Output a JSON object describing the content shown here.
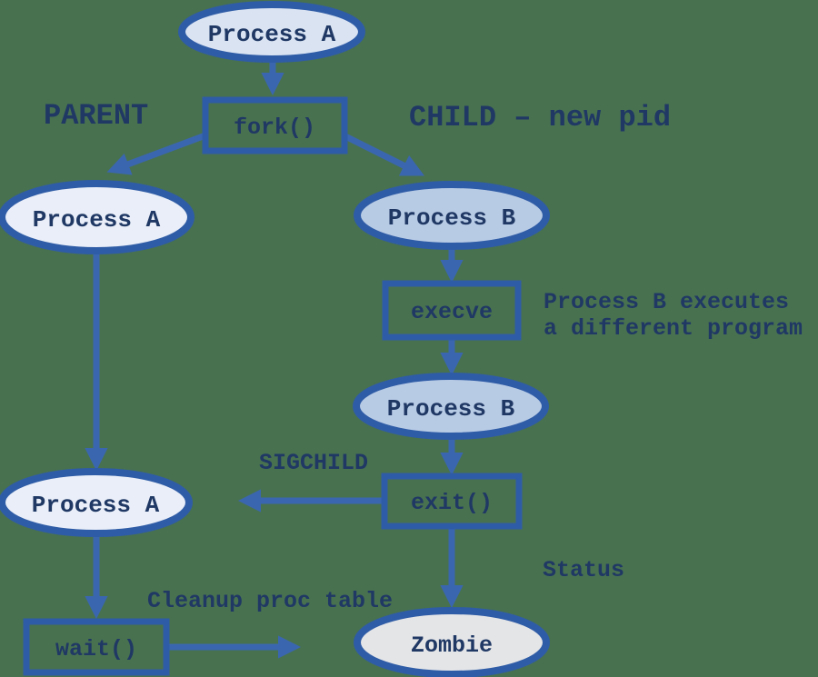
{
  "colors": {
    "background": "#487150",
    "edge_line": "#3a66b0",
    "node_border": "#2f5ca6",
    "text": "#1f3864",
    "process_a_top_fill": "#d9e3f2",
    "process_a_fill": "#e9eef8",
    "process_b_fill": "#b8cbe5",
    "zombie_fill": "#e4e5e7"
  },
  "nodes": {
    "process_a_top": "Process A",
    "fork": "fork()",
    "process_a_left": "Process A",
    "process_b_child": "Process B",
    "execve": "execve",
    "process_b_after_exec": "Process B",
    "exit": "exit()",
    "process_a_waiting": "Process A",
    "wait": "wait()",
    "zombie": "Zombie"
  },
  "labels": {
    "parent": "PARENT",
    "child": "CHILD – new pid",
    "exec_note_line1": "Process B executes",
    "exec_note_line2": "a different program",
    "sigchild": "SIGCHILD",
    "status": "Status",
    "cleanup": "Cleanup proc table"
  }
}
